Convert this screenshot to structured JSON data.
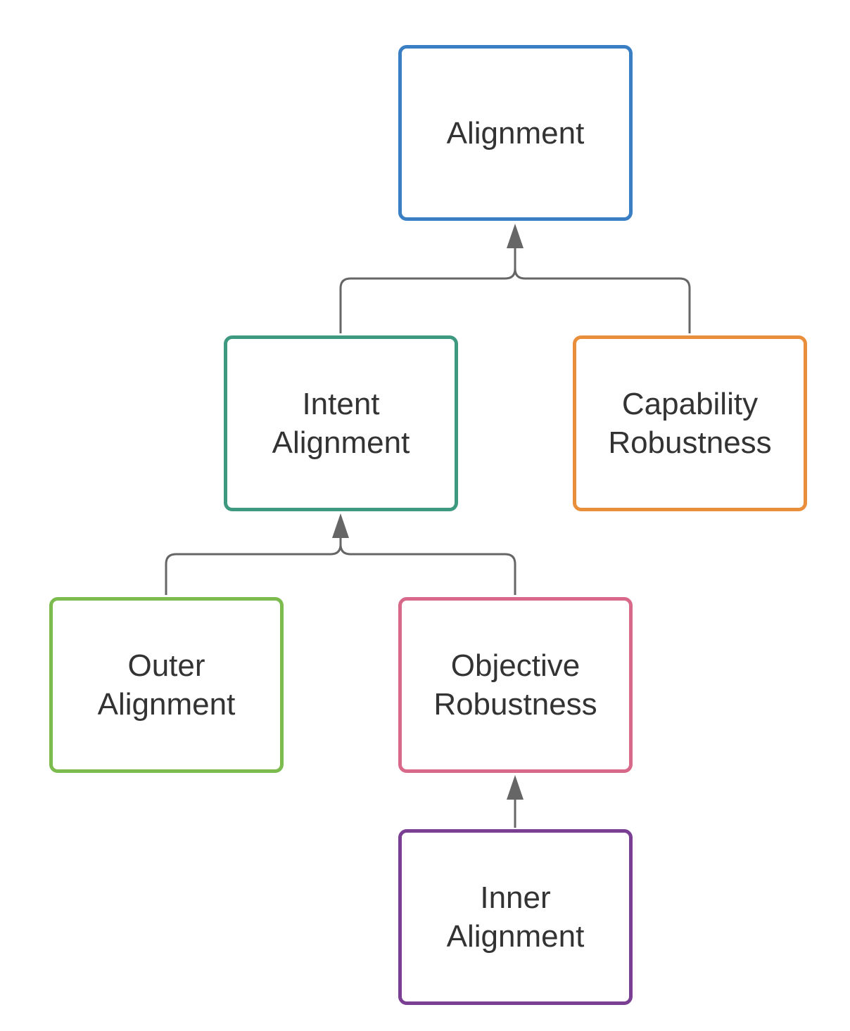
{
  "diagram": {
    "line_color": "#666666",
    "nodes": {
      "alignment": {
        "label": "Alignment",
        "color": "#3a7fc4"
      },
      "intent_alignment": {
        "label": "Intent\nAlignment",
        "color": "#3d9a80"
      },
      "capability_robustness": {
        "label": "Capability\nRobustness",
        "color": "#e98e3a"
      },
      "outer_alignment": {
        "label": "Outer\nAlignment",
        "color": "#7cbc4f"
      },
      "objective_robustness": {
        "label": "Objective\nRobustness",
        "color": "#d9698a"
      },
      "inner_alignment": {
        "label": "Inner\nAlignment",
        "color": "#7a3f93"
      }
    },
    "edges": [
      {
        "from": "intent_alignment",
        "to": "alignment"
      },
      {
        "from": "capability_robustness",
        "to": "alignment"
      },
      {
        "from": "outer_alignment",
        "to": "intent_alignment"
      },
      {
        "from": "objective_robustness",
        "to": "intent_alignment"
      },
      {
        "from": "inner_alignment",
        "to": "objective_robustness"
      }
    ]
  }
}
